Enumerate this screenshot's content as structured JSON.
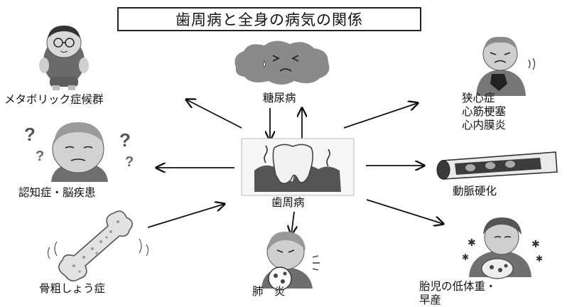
{
  "title": "歯周病と全身の病気の関係",
  "center": {
    "label": "歯周病"
  },
  "diseases": [
    {
      "id": "metabolic",
      "label": "メタボリック症候群",
      "icon": "overweight-man-icon"
    },
    {
      "id": "diabetes",
      "label": "糖尿病",
      "icon": "sad-pancreas-icon"
    },
    {
      "id": "heart",
      "label": [
        "狭心症",
        "心筋梗塞",
        "心内膜炎"
      ],
      "icon": "chest-pain-man-icon"
    },
    {
      "id": "dementia",
      "label": "認知症・脳疾患",
      "icon": "confused-man-icon"
    },
    {
      "id": "arteriosclerosis",
      "label": "動脈硬化",
      "icon": "clogged-artery-icon"
    },
    {
      "id": "osteoporosis",
      "label": "骨粗しょう症",
      "icon": "porous-bone-icon"
    },
    {
      "id": "pneumonia",
      "label": "肺　炎",
      "icon": "coughing-elder-icon"
    },
    {
      "id": "preterm",
      "label": [
        "胎児の低体重・",
        "早産"
      ],
      "icon": "pregnant-woman-icon"
    }
  ]
}
